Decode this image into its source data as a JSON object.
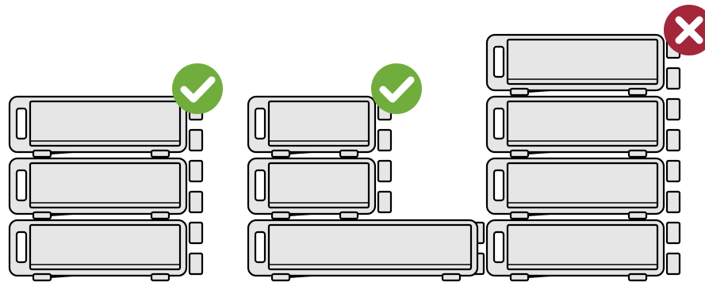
{
  "colors": {
    "unit_fill": "#e6e6e6",
    "unit_stroke": "#000000",
    "ok_color": "#70ad3d",
    "bad_color": "#a3263a",
    "symbol_color": "#ffffff"
  },
  "stacks": [
    {
      "verdict": "correct",
      "icon": "check-icon",
      "units": [
        "standard",
        "standard",
        "standard"
      ]
    },
    {
      "verdict": "correct",
      "icon": "check-icon",
      "units": [
        "small",
        "small",
        "wide"
      ]
    },
    {
      "verdict": "incorrect",
      "icon": "cross-icon",
      "units": [
        "standard",
        "standard",
        "standard",
        "standard"
      ]
    }
  ]
}
